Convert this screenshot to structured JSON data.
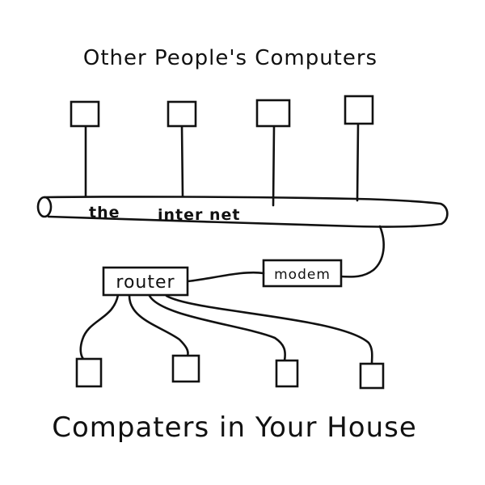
{
  "diagram": {
    "top_title": "Other People's Computers",
    "bottom_title": "Compaters in Your House",
    "internet_label_1": "the",
    "internet_label_2": "inter net",
    "router_label": "router",
    "modem_label": "modem"
  },
  "colors": {
    "ink": "#111111",
    "background": "#ffffff"
  }
}
